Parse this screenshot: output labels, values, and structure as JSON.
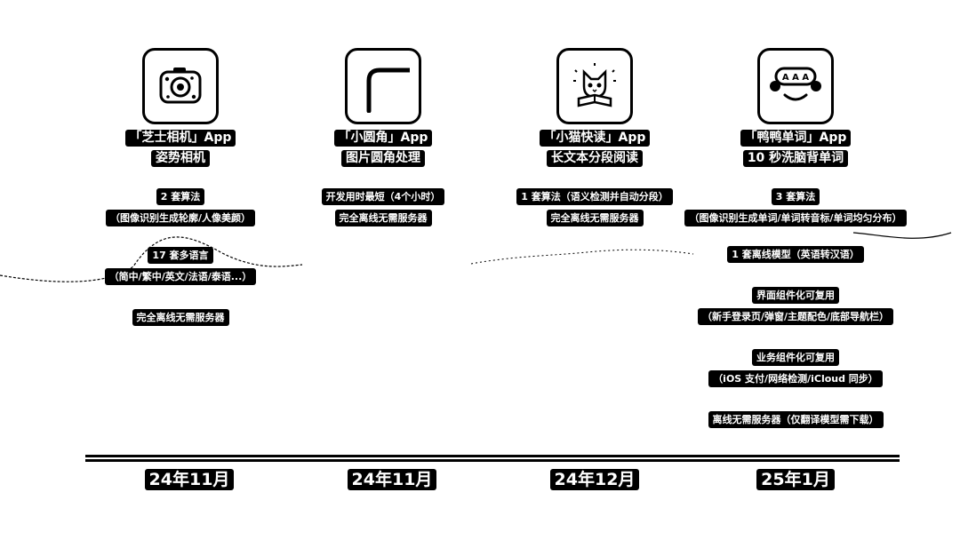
{
  "apps": [
    {
      "icon": "cheese-camera-icon",
      "title": "「芝士相机」App",
      "subtitle": "姿势相机",
      "features": [
        "2 套算法",
        "（图像识别生成轮廓/人像美颜）",
        "",
        "17 套多语言",
        "（简中/繁中/英文/法语/泰语...）",
        "",
        "完全离线无需服务器"
      ]
    },
    {
      "icon": "rounded-corner-icon",
      "title": "「小圆角」App",
      "subtitle": "图片圆角处理",
      "features": [
        "开发用时最短（4个小时）",
        "完全离线无需服务器"
      ]
    },
    {
      "icon": "cat-reading-icon",
      "title": "「小猫快读」App",
      "subtitle": "长文本分段阅读",
      "features": [
        "1 套算法（语义检测并自动分段）",
        "完全离线无需服务器"
      ]
    },
    {
      "icon": "duck-face-icon",
      "title": "「鸭鸭单词」App",
      "subtitle": "10 秒洗脑背单词",
      "features": [
        "3 套算法",
        "（图像识别生成单词/单词转音标/单词均匀分布）",
        "1 套离线模型（英语转汉语）",
        "",
        "界面组件化可复用",
        "（新手登录页/弹窗/主题配色/底部导航栏）",
        "",
        "业务组件化可复用",
        "（iOS 支付/网络检测/iCloud 同步）",
        "",
        "离线无需服务器（仅翻译模型需下载）"
      ]
    }
  ],
  "timeline": {
    "dates": [
      "24年11月",
      "24年11月",
      "24年12月",
      "25年1月"
    ]
  },
  "icon_text": {
    "duck": "A A A"
  }
}
